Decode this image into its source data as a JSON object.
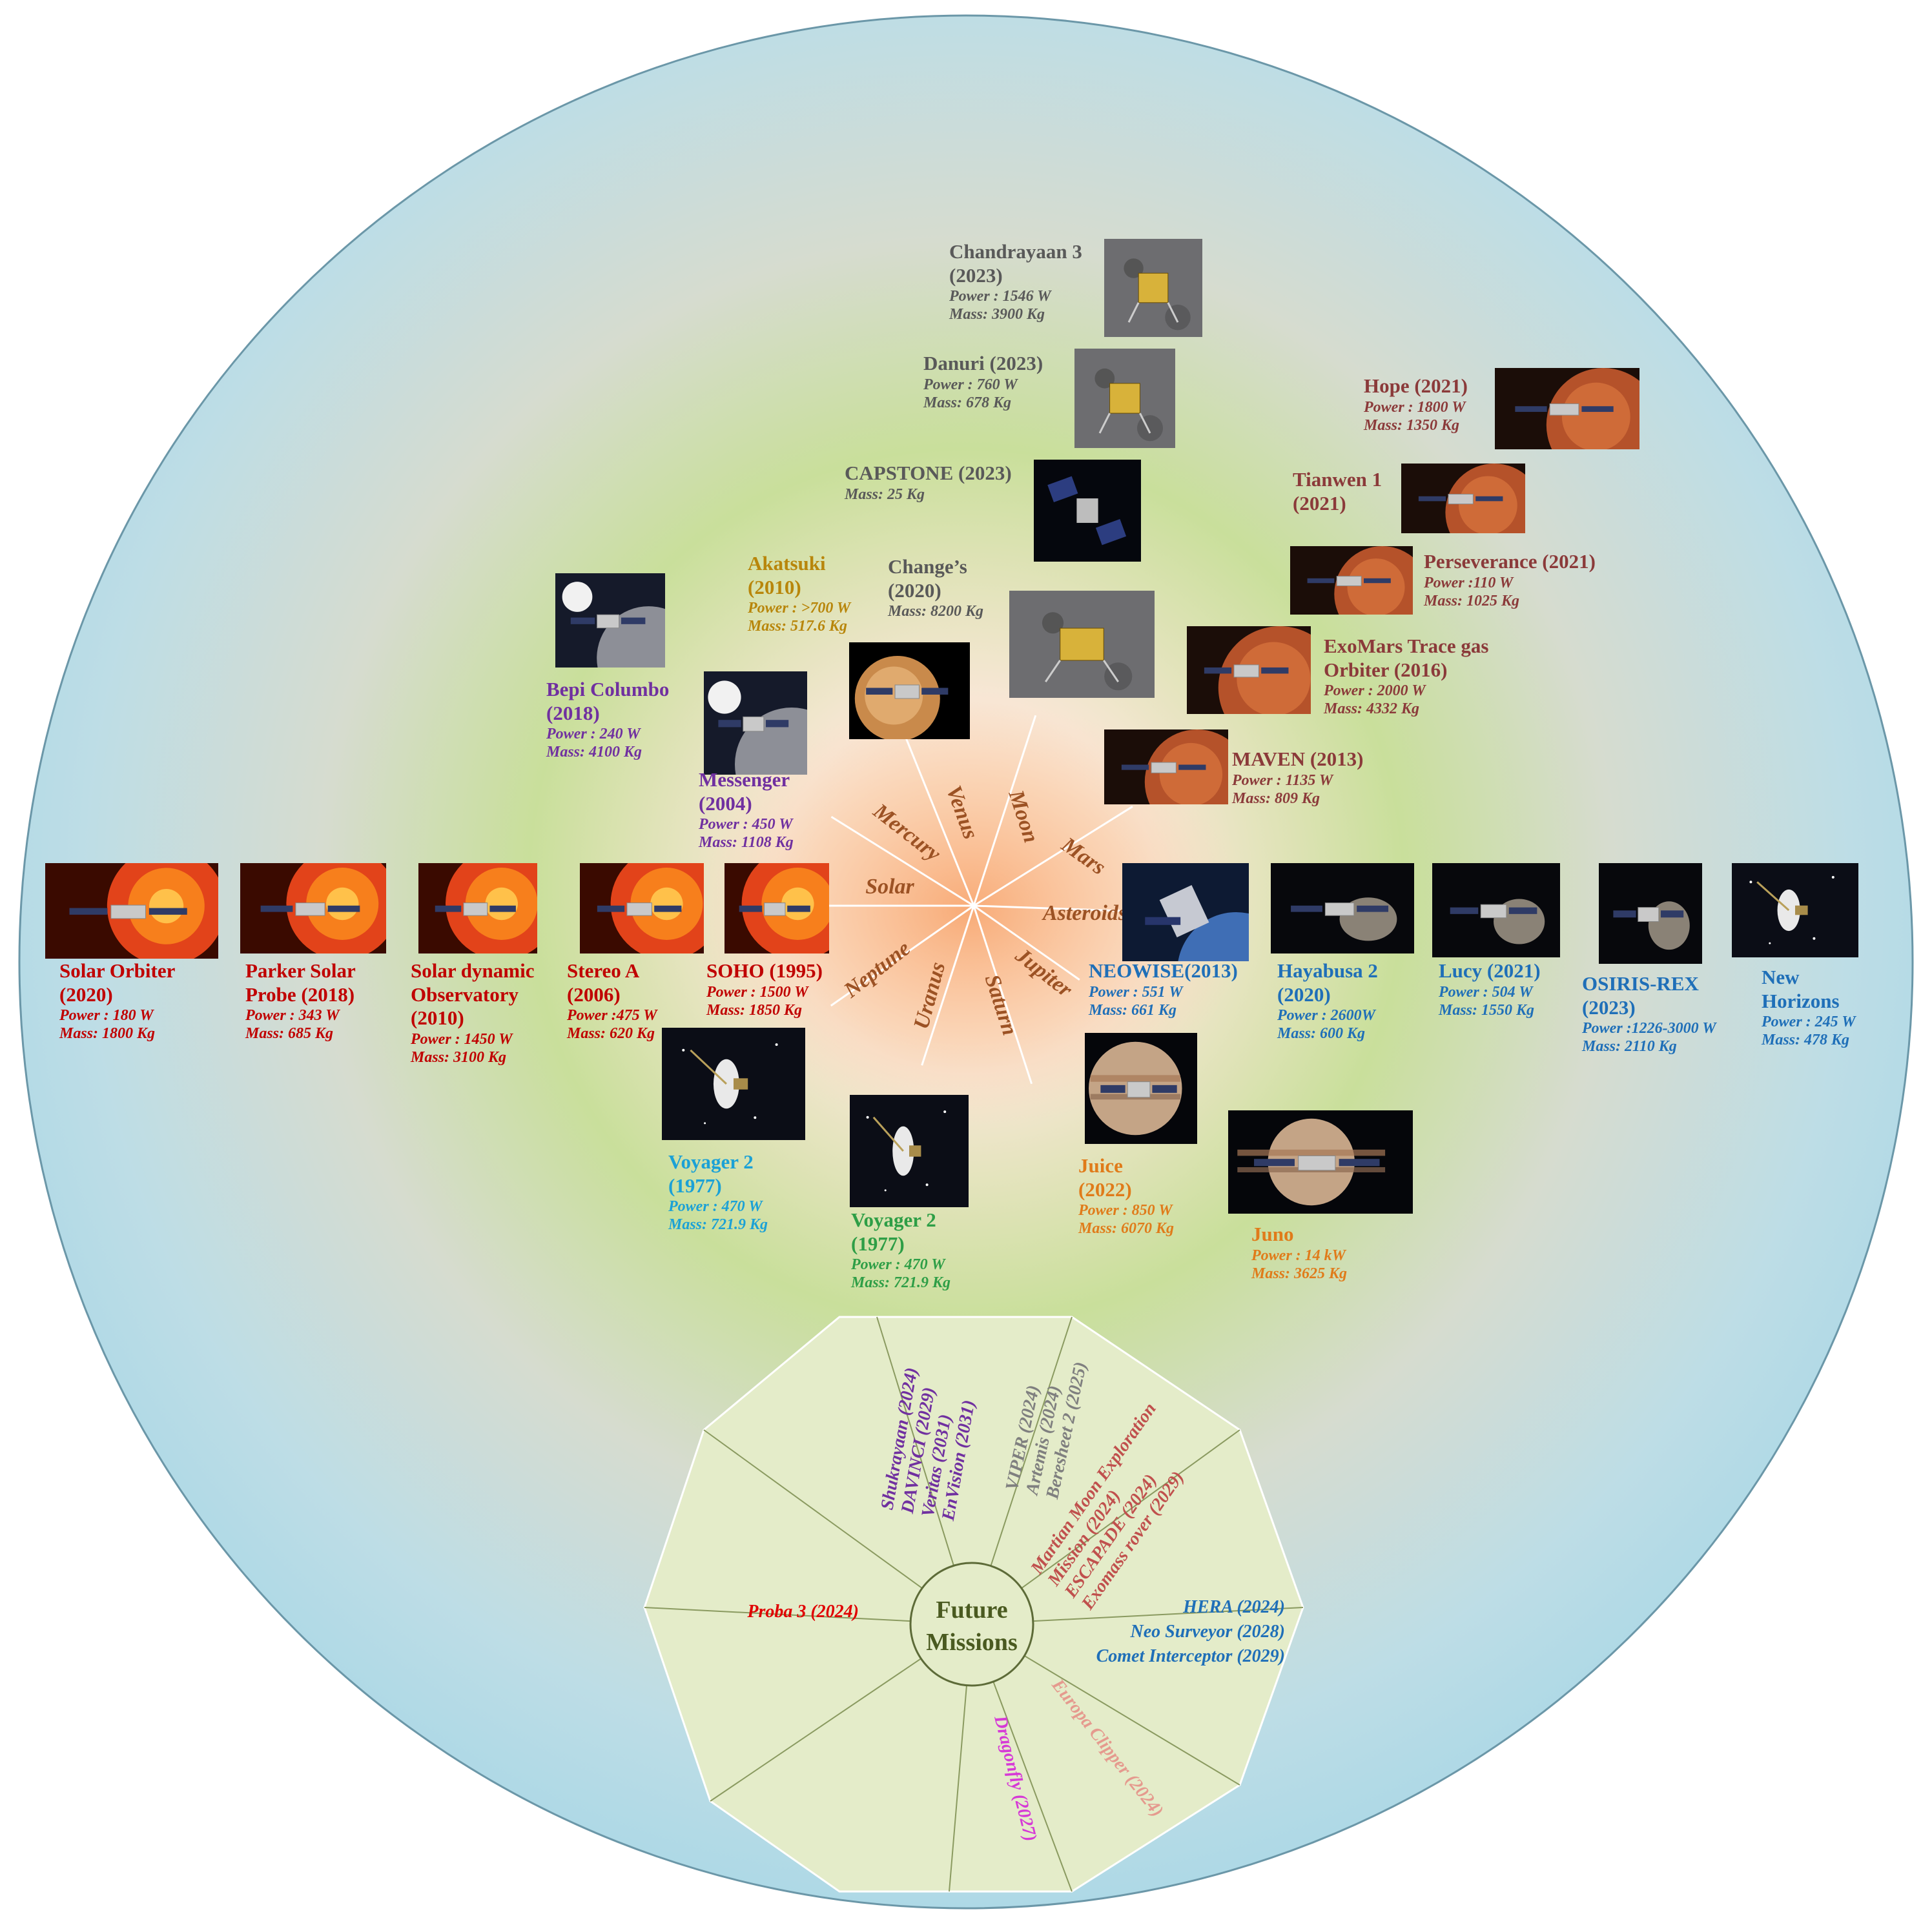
{
  "colors": {
    "solar": "#c00000",
    "moon": "#595959",
    "mars": "#8b3a3a",
    "venus": "#b8860b",
    "mercury": "#7030a0",
    "asteroids": "#1f6fb8",
    "voyager_cyan": "#1ba1d6",
    "voyager_green": "#2e9e46",
    "jupiter": "#e07b1a",
    "planet_label": "#9c5224",
    "future_text": "#4a5a20"
  },
  "rays": [
    "Mercury",
    "Venus",
    "Moon",
    "Mars",
    "Asteroids",
    "Jupiter",
    "Saturn",
    "Uranus",
    "Neptune",
    "Solar"
  ],
  "missions": [
    {
      "id": "chandrayaan",
      "name": "Chandrayaan 3\n(2023)",
      "specs": [
        "Power : 1546 W",
        "Mass: 3900 Kg"
      ],
      "color_key": "moon",
      "icon": "lunar-lander-icon"
    },
    {
      "id": "danuri",
      "name": "Danuri  (2023)",
      "specs": [
        "Power : 760 W",
        "Mass: 678 Kg"
      ],
      "color_key": "moon",
      "icon": "moon-orbiter-icon"
    },
    {
      "id": "capstone",
      "name": "CAPSTONE (2023)",
      "specs": [
        "Mass: 25 Kg"
      ],
      "color_key": "moon",
      "icon": "cubesat-icon"
    },
    {
      "id": "changes",
      "name": "Change’s\n(2020)",
      "specs": [
        "Mass: 8200  Kg"
      ],
      "color_key": "moon",
      "icon": "lunar-lander-icon"
    },
    {
      "id": "akatsuki",
      "name": "Akatsuki\n(2010)",
      "specs": [
        "Power : >700 W",
        "Mass: 517.6 Kg"
      ],
      "color_key": "venus",
      "icon": "venus-probe-icon"
    },
    {
      "id": "bepi",
      "name": "Bepi Columbo\n(2018)",
      "specs": [
        "Power : 240 W",
        "Mass: 4100 Kg"
      ],
      "color_key": "mercury",
      "icon": "mercury-probe-icon"
    },
    {
      "id": "messenger",
      "name": "Messenger\n(2004)",
      "specs": [
        "Power : 450 W",
        "Mass: 1108 Kg"
      ],
      "color_key": "mercury",
      "icon": "mercury-probe-icon"
    },
    {
      "id": "hope",
      "name": "Hope (2021)",
      "specs": [
        "Power : 1800 W",
        "Mass: 1350 Kg"
      ],
      "color_key": "mars",
      "icon": "mars-orbiter-icon"
    },
    {
      "id": "tianwen",
      "name": "Tianwen 1\n(2021)",
      "specs": [],
      "color_key": "mars",
      "icon": "mars-orbiter-icon"
    },
    {
      "id": "perseverance",
      "name": "Perseverance (2021)",
      "specs": [
        "Power :110 W",
        "Mass: 1025 Kg"
      ],
      "color_key": "mars",
      "icon": "mars-rover-icon"
    },
    {
      "id": "exomars",
      "name": "ExoMars Trace gas\nOrbiter (2016)",
      "specs": [
        "Power : 2000 W",
        "Mass: 4332 Kg"
      ],
      "color_key": "mars",
      "icon": "mars-orbiter-icon"
    },
    {
      "id": "maven",
      "name": "MAVEN (2013)",
      "specs": [
        "Power : 1135 W",
        "Mass: 809 Kg"
      ],
      "color_key": "mars",
      "icon": "mars-orbiter-icon"
    },
    {
      "id": "solar_orbiter",
      "name": "Solar Orbiter\n(2020)",
      "specs": [
        "Power : 180 W",
        "Mass: 1800 Kg"
      ],
      "color_key": "solar",
      "icon": "sun-probe-icon"
    },
    {
      "id": "parker",
      "name": "Parker Solar\nProbe (2018)",
      "specs": [
        "Power : 343 W",
        "Mass: 685 Kg"
      ],
      "color_key": "solar",
      "icon": "sun-probe-icon"
    },
    {
      "id": "sdo",
      "name": "Solar dynamic\nObservatory\n(2010)",
      "specs": [
        "Power : 1450 W",
        "Mass: 3100 Kg"
      ],
      "color_key": "solar",
      "icon": "sun-observatory-icon"
    },
    {
      "id": "stereo",
      "name": "Stereo A\n(2006)",
      "specs": [
        "Power :475 W",
        "Mass: 620  Kg"
      ],
      "color_key": "solar",
      "icon": "sun-probe-icon"
    },
    {
      "id": "soho",
      "name": "SOHO (1995)",
      "specs": [
        "Power : 1500 W",
        "Mass: 1850 Kg"
      ],
      "color_key": "solar",
      "icon": "sun-probe-icon"
    },
    {
      "id": "neowise",
      "name": "NEOWISE(2013)",
      "specs": [
        "Power : 551 W",
        "Mass: 661 Kg"
      ],
      "color_key": "asteroids",
      "icon": "space-telescope-icon"
    },
    {
      "id": "hayabusa",
      "name": "Hayabusa 2\n(2020)",
      "specs": [
        "Power : 2600W",
        "Mass: 600 Kg"
      ],
      "color_key": "asteroids",
      "icon": "asteroid-probe-icon"
    },
    {
      "id": "lucy",
      "name": "Lucy (2021)",
      "specs": [
        "Power : 504 W",
        "Mass: 1550 Kg"
      ],
      "color_key": "asteroids",
      "icon": "asteroid-probe-icon"
    },
    {
      "id": "osiris",
      "name": "OSIRIS-REX\n(2023)",
      "specs": [
        "Power :1226-3000 W",
        "Mass: 2110 Kg"
      ],
      "color_key": "asteroids",
      "icon": "asteroid-probe-icon"
    },
    {
      "id": "new_horizons",
      "name": "New\nHorizons",
      "specs": [
        "Power : 245 W",
        "Mass: 478 Kg"
      ],
      "color_key": "asteroids",
      "icon": "deep-space-probe-icon"
    },
    {
      "id": "voyager_a",
      "name": "Voyager 2\n(1977)",
      "specs": [
        "Power : 470 W",
        "Mass: 721.9 Kg"
      ],
      "color_key": "voyager_cyan",
      "icon": "voyager-probe-icon"
    },
    {
      "id": "voyager_b",
      "name": "Voyager 2\n(1977)",
      "specs": [
        "Power : 470 W",
        "Mass: 721.9 Kg"
      ],
      "color_key": "voyager_green",
      "icon": "voyager-probe-icon"
    },
    {
      "id": "juice",
      "name": "Juice\n(2022)",
      "specs": [
        "Power : 850 W",
        "Mass: 6070 Kg"
      ],
      "color_key": "jupiter",
      "icon": "jupiter-probe-icon"
    },
    {
      "id": "juno",
      "name": "Juno",
      "specs": [
        "Power : 14 kW",
        "Mass: 3625 Kg"
      ],
      "color_key": "jupiter",
      "icon": "jupiter-probe-icon"
    }
  ],
  "future": {
    "center_label": "Future\nMissions",
    "segments": [
      {
        "id": "venus",
        "lines": [
          "Shukrayaan (2024)",
          "DAVINCI (2029)",
          "Veritas (2031)",
          "EnVision (2031)"
        ],
        "color": "#7030a0"
      },
      {
        "id": "moon",
        "lines": [
          "VIPER (2024)",
          "Artemis (2024)",
          "Beresheet 2 (2025)"
        ],
        "color": "#7f7f7f"
      },
      {
        "id": "mars",
        "lines": [
          "Martian Moon Exploration",
          "Mission (2024)",
          "ESCAPADE (2024)",
          "Exomass rover (2029)"
        ],
        "color": "#c0504d"
      },
      {
        "id": "asteroids",
        "lines": [
          "HERA (2024)",
          "Neo Surveyor (2028)",
          "Comet Interceptor (2029)"
        ],
        "color": "#1f6fb8"
      },
      {
        "id": "europa",
        "lines": [
          "Europa Clipper (2024)"
        ],
        "color": "#e59a8e"
      },
      {
        "id": "titan",
        "lines": [
          "Dragonfly (2027)"
        ],
        "color": "#d63ad6"
      },
      {
        "id": "solar",
        "lines": [
          "Proba 3 (2024)"
        ],
        "color": "#e00000"
      }
    ]
  }
}
